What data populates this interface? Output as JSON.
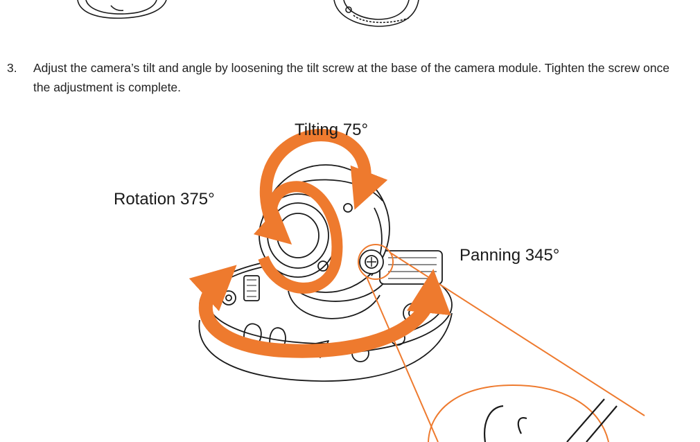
{
  "instruction": {
    "number": "3.",
    "text": "Adjust the camera’s tilt and angle by loosening the tilt screw at the base of the camera module. Tighten the screw once the adjustment is complete."
  },
  "labels": {
    "tilting": "Tilting 75°",
    "rotation": "Rotation 375°",
    "panning": "Panning 345°"
  },
  "colors": {
    "accent": "#EE7A2E",
    "line": "#1a1a1a",
    "text": "#222222"
  },
  "icons": [
    "tilt-arrow-icon",
    "rotation-arrow-icon",
    "pan-arrow-icon",
    "tilt-screw-magnifier-icon"
  ]
}
